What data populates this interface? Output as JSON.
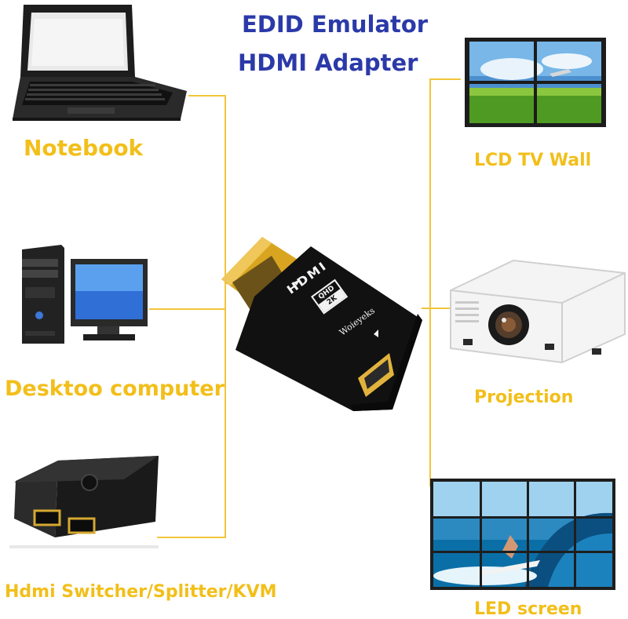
{
  "title": {
    "line1": "EDID Emulator",
    "line2": "HDMI Adapter"
  },
  "adapter": {
    "logo_text": "HDMI",
    "badge_top": "QHD",
    "badge_bottom": "2K",
    "brand": "Woieyeks"
  },
  "sources": [
    {
      "label": "Notebook"
    },
    {
      "label": "Desktoo computer"
    },
    {
      "label": "Hdmi Switcher/Splitter/KVM"
    }
  ],
  "displays": [
    {
      "label": "LCD TV Wall"
    },
    {
      "label": "Projection"
    },
    {
      "label": "LED screen"
    }
  ],
  "colors": {
    "label_yellow": "#f2bf1a",
    "title_blue": "#2b3aa8",
    "connector_line": "#f2c53a"
  }
}
